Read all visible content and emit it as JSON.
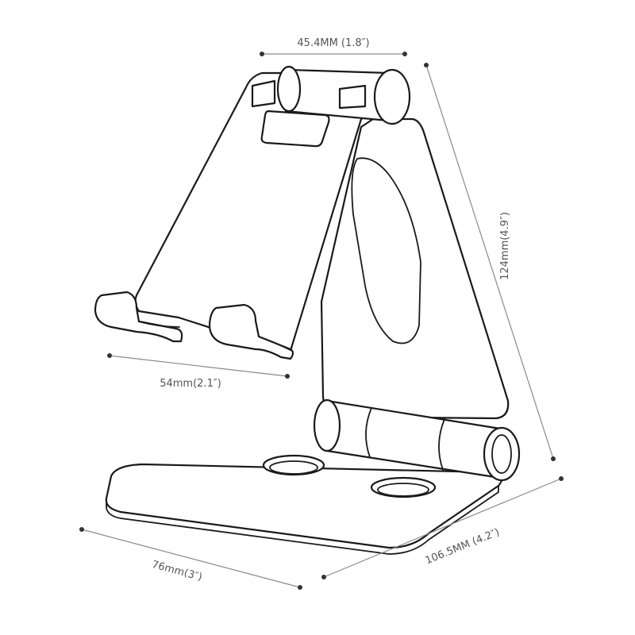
{
  "dimensions": {
    "top_width": "45.4MM (1.8″)",
    "height": "124mm(4.9″)",
    "holder_width": "54mm(2.1″)",
    "base_width": "76mm(3″)",
    "base_depth": "106.5MM (4.2″)"
  },
  "colors": {
    "outline": "#1a1a1a",
    "dimension_line": "#8a8a8a",
    "dimension_text": "#555555"
  }
}
